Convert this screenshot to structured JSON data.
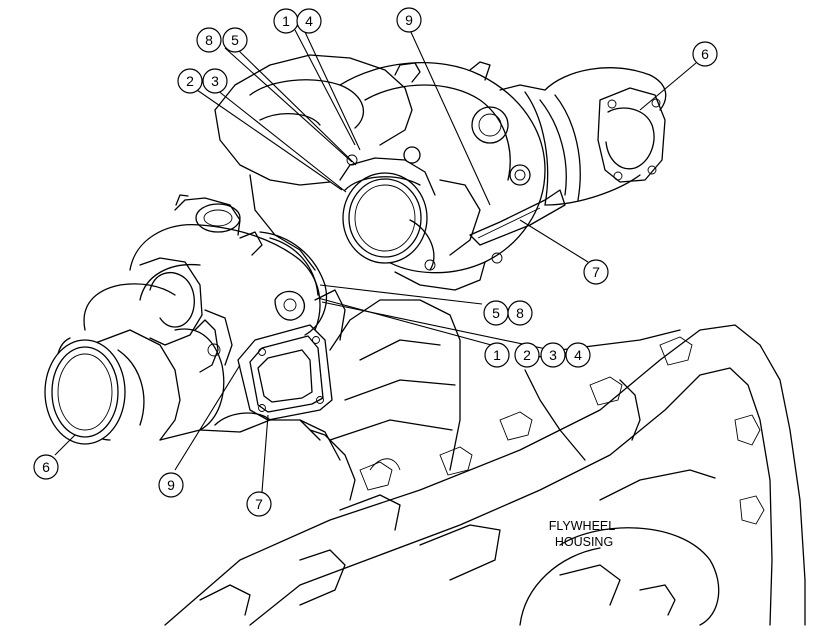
{
  "diagram": {
    "caption_lines": [
      "FLYWHEEL",
      "HOUSING"
    ],
    "callouts": [
      {
        "id": "c-1-top",
        "text": "1"
      },
      {
        "id": "c-4-top",
        "text": "4"
      },
      {
        "id": "c-9-top",
        "text": "9"
      },
      {
        "id": "c-8-top",
        "text": "8"
      },
      {
        "id": "c-5-top",
        "text": "5"
      },
      {
        "id": "c-2-top",
        "text": "2"
      },
      {
        "id": "c-3-top",
        "text": "3"
      },
      {
        "id": "c-6-right",
        "text": "6"
      },
      {
        "id": "c-7-right",
        "text": "7"
      },
      {
        "id": "c-5-mid",
        "text": "5"
      },
      {
        "id": "c-8-mid",
        "text": "8"
      },
      {
        "id": "c-1-mid",
        "text": "1"
      },
      {
        "id": "c-2-mid",
        "text": "2"
      },
      {
        "id": "c-3-mid",
        "text": "3"
      },
      {
        "id": "c-4-mid",
        "text": "4"
      },
      {
        "id": "c-6-left",
        "text": "6"
      },
      {
        "id": "c-9-left",
        "text": "9"
      },
      {
        "id": "c-7-left",
        "text": "7"
      }
    ]
  }
}
